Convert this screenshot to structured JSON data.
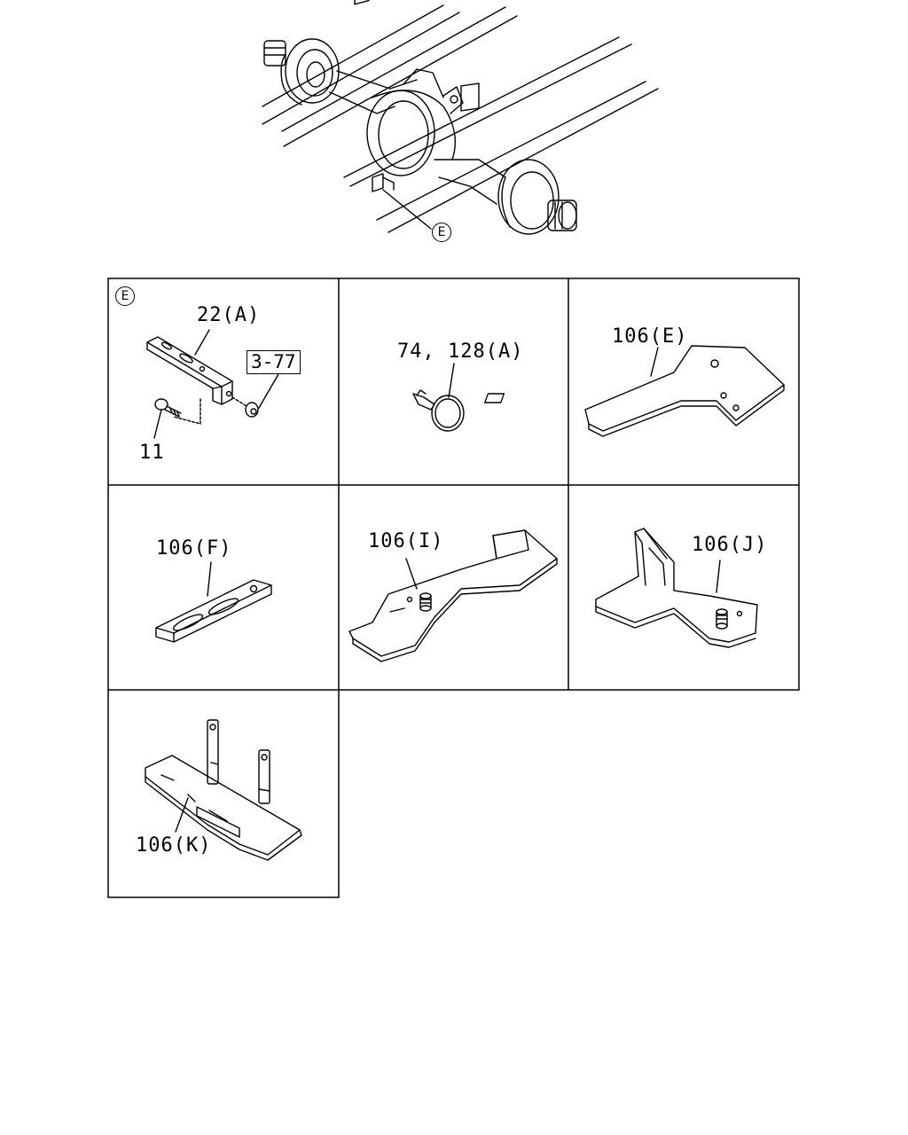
{
  "overview": {
    "callout": "E"
  },
  "grid": {
    "cells": [
      {
        "id": "cell-1",
        "corner_marker": "E",
        "labels": [
          "22(A)",
          "11"
        ],
        "ref_box": "3-77"
      },
      {
        "id": "cell-2",
        "labels": [
          "74, 128(A)"
        ]
      },
      {
        "id": "cell-3",
        "labels": [
          "106(E)"
        ]
      },
      {
        "id": "cell-4",
        "labels": [
          "106(F)"
        ]
      },
      {
        "id": "cell-5",
        "labels": [
          "106(I)"
        ]
      },
      {
        "id": "cell-6",
        "labels": [
          "106(J)"
        ]
      },
      {
        "id": "cell-7",
        "labels": [
          "106(K)"
        ]
      }
    ]
  }
}
